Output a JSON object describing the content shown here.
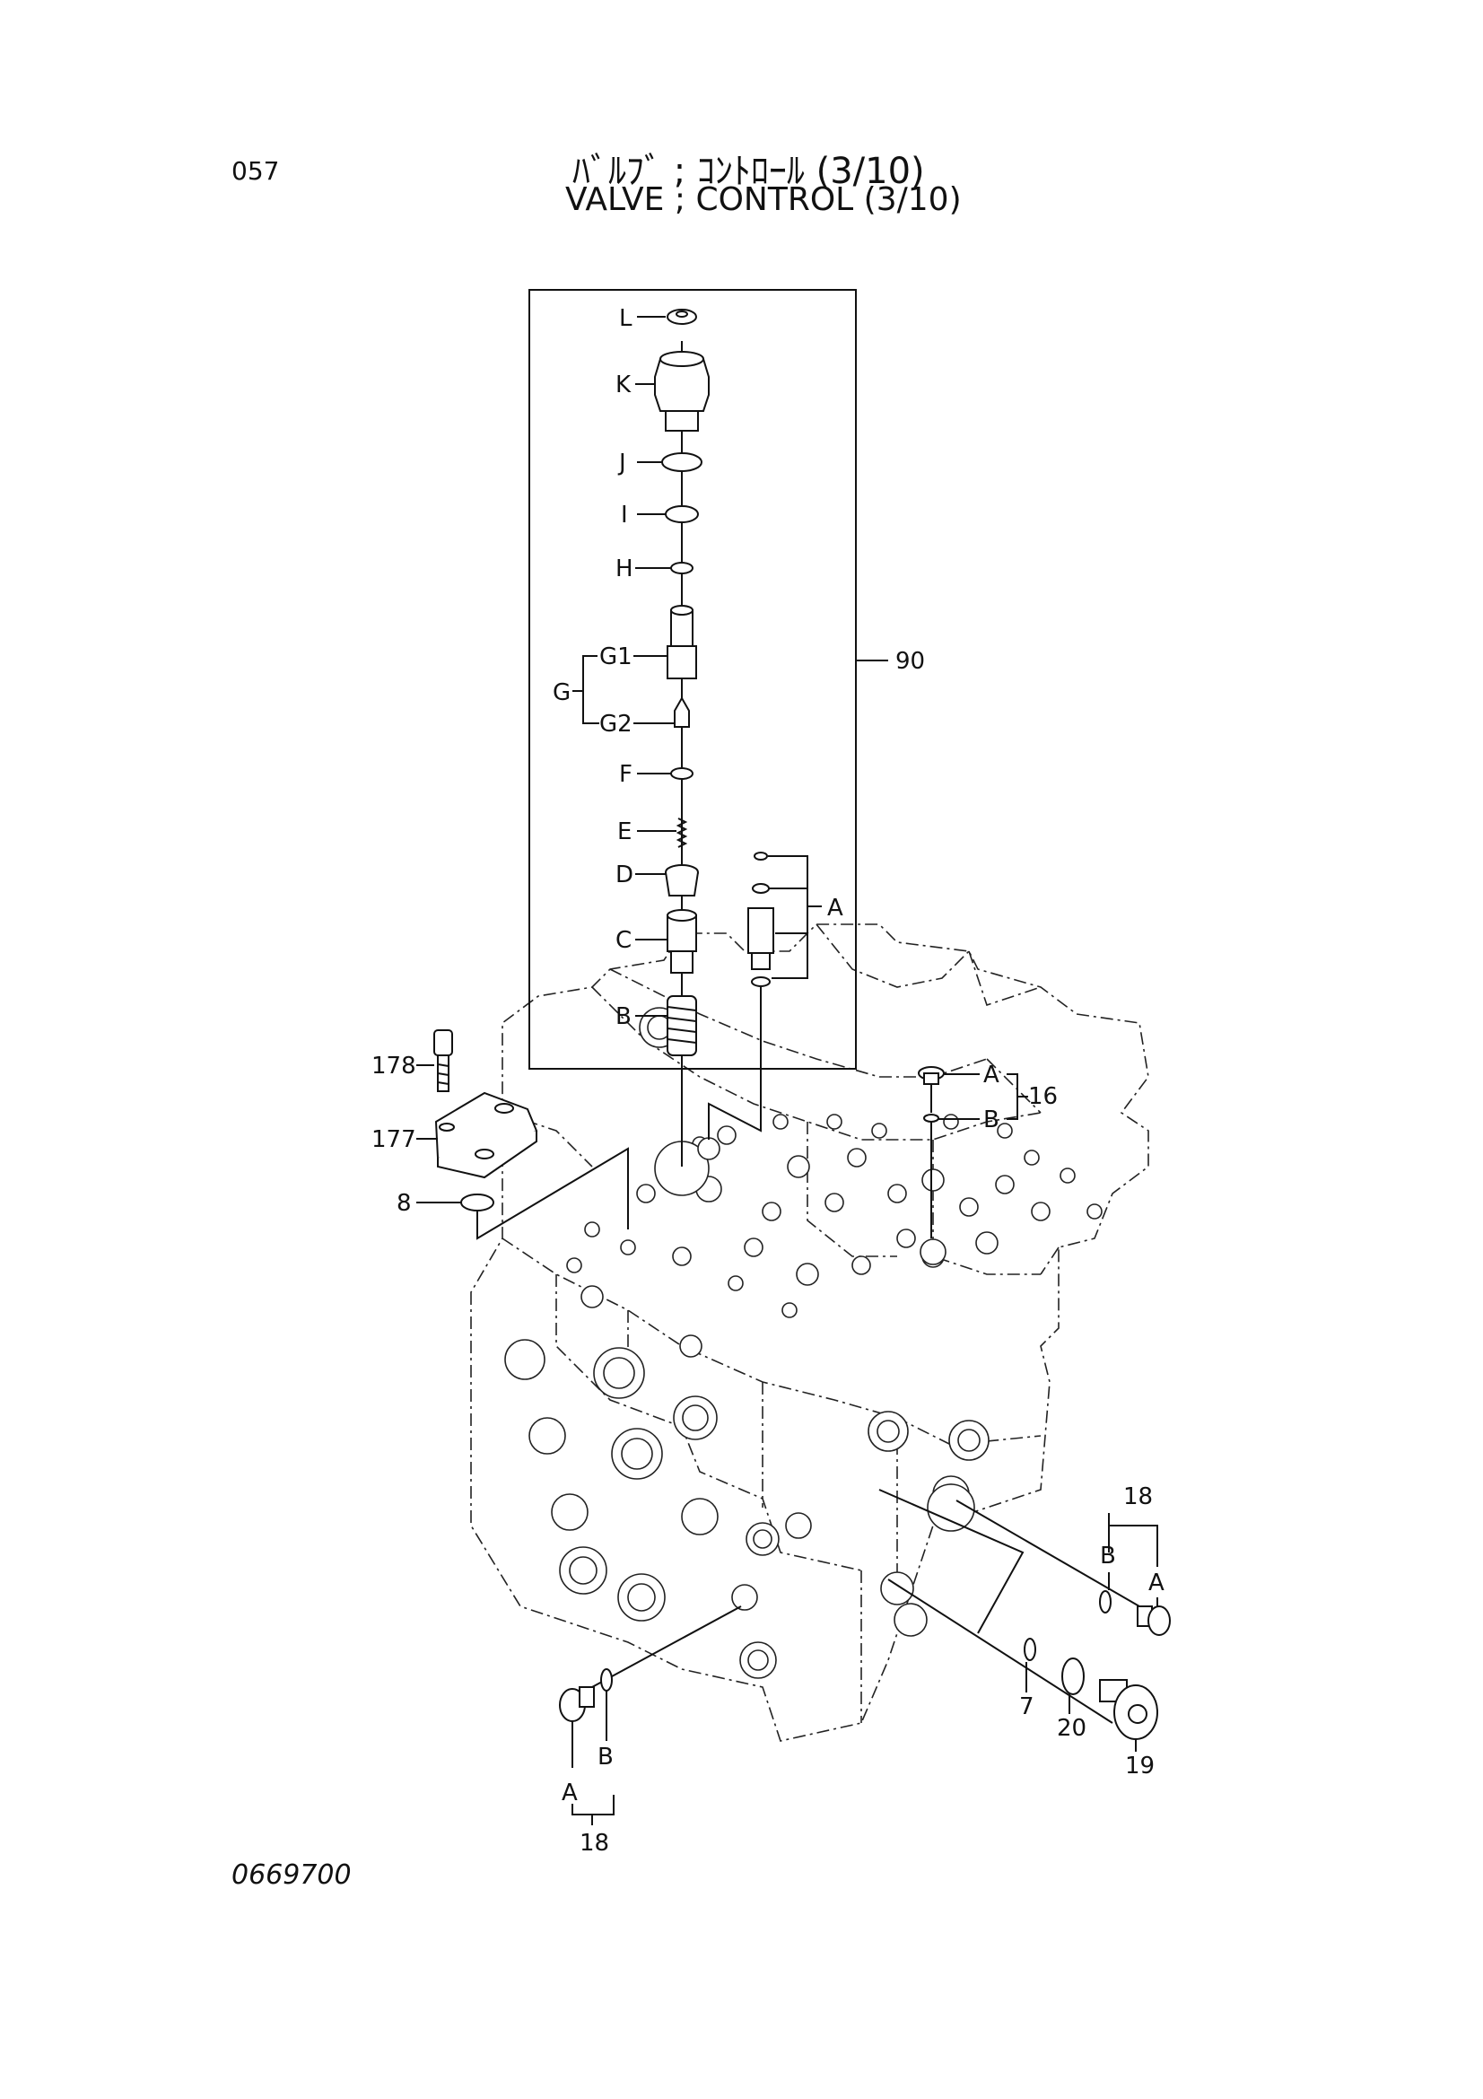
{
  "header": {
    "page_number": "057",
    "title_jp": "ﾊﾞﾙﾌﾞ ; ｺﾝﾄﾛｰﾙ (3/10)",
    "title_en": "VALVE ; CONTROL (3/10)"
  },
  "footer": {
    "drawing_number": "0669700"
  },
  "callouts": {
    "L": "L",
    "K": "K",
    "J": "J",
    "I": "I",
    "H": "H",
    "G": "G",
    "G1": "G1",
    "G2": "G2",
    "F": "F",
    "E": "E",
    "D": "D",
    "C": "C",
    "B": "B",
    "A": "A",
    "p90": "90",
    "p16": "16",
    "p16A": "A",
    "p16B": "B",
    "p178": "178",
    "p177": "177",
    "p8": "8",
    "p18r": "18",
    "p18rB": "B",
    "p18rA": "A",
    "p7": "7",
    "p20": "20",
    "p19": "19",
    "p18l": "18",
    "p18lA": "A",
    "p18lB": "B"
  }
}
